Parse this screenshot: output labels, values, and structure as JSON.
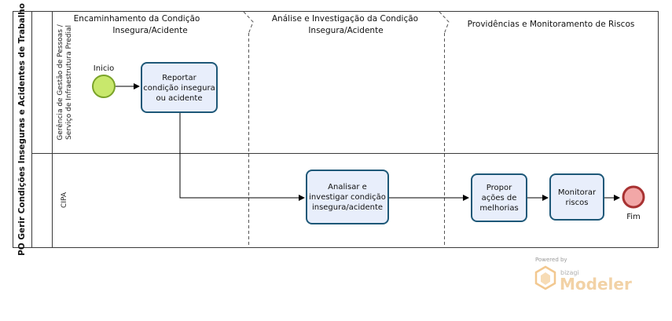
{
  "pool": {
    "title": "PO Gerir Condições Inseguras e Acidentes de Trabalho"
  },
  "lanes": [
    {
      "label_line1": "Gerência de Gestão de Pessoas /",
      "label_line2": "Serviço de Infraestrutura Predial"
    },
    {
      "label": "CIPA"
    }
  ],
  "phases": [
    {
      "line1": "Encaminhamento da Condição",
      "line2": "Insegura/Acidente"
    },
    {
      "line1": "Análise e Investigação da Condição",
      "line2": "Insegura/Acidente"
    },
    {
      "line1": "Providências e Monitoramento de Riscos",
      "line2": ""
    }
  ],
  "events": {
    "start": {
      "label": "Inicio"
    },
    "end": {
      "label": "Fim"
    }
  },
  "tasks": {
    "reportar": {
      "line1": "Reportar",
      "line2": "condição insegura",
      "line3": "ou acidente"
    },
    "analisar": {
      "line1": "Analisar e",
      "line2": "investigar condição",
      "line3": "insegura/acidente"
    },
    "propor": {
      "line1": "Propor",
      "line2": "ações de",
      "line3": "melhorias"
    },
    "monitorar": {
      "line1": "Monitorar",
      "line2": "riscos"
    }
  },
  "watermark": {
    "powered_by": "Powered by",
    "brand": "bizagi",
    "product": "Modeler"
  },
  "colors": {
    "task_fill": "#e8eefb",
    "task_stroke": "#1e5878",
    "start_fill": "#c8e86c",
    "start_stroke": "#7aa329",
    "end_fill": "#f2a7a7",
    "end_stroke": "#a83232",
    "watermark": "#f2d2a6"
  }
}
